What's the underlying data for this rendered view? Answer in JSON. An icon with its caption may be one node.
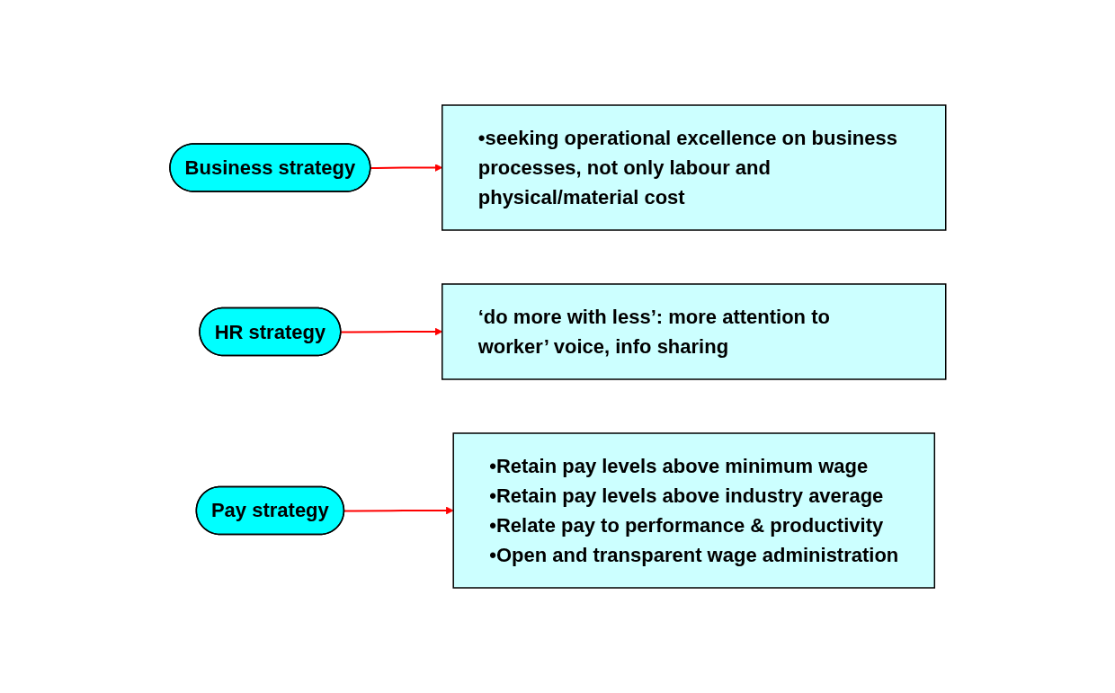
{
  "diagram": {
    "nodes": [
      {
        "text": [
          "Business strategy"
        ]
      },
      {
        "text": [
          "•seeking operational excellence on business processes, not only labour and physical/material cost"
        ]
      },
      {
        "text": [
          "HR strategy"
        ]
      },
      {
        "text": [
          "‘do more with less’: more attention to worker’ voice, info sharing"
        ]
      },
      {
        "text": [
          "Pay strategy"
        ]
      },
      {
        "text": [
          "•Retain pay levels above minimum wage",
          "•Retain pay levels above industry average",
          "•Relate pay to performance & productivity",
          "•Open and transparent wage administration"
        ]
      }
    ],
    "edges": [
      {
        "from": 0,
        "to": 1,
        "arrow": "to",
        "color": "#ff0000"
      },
      {
        "from": 2,
        "to": 3,
        "arrow": "to",
        "color": "#ff0000"
      },
      {
        "from": 4,
        "to": 5,
        "arrow": "to",
        "color": "#ff0000"
      }
    ]
  }
}
